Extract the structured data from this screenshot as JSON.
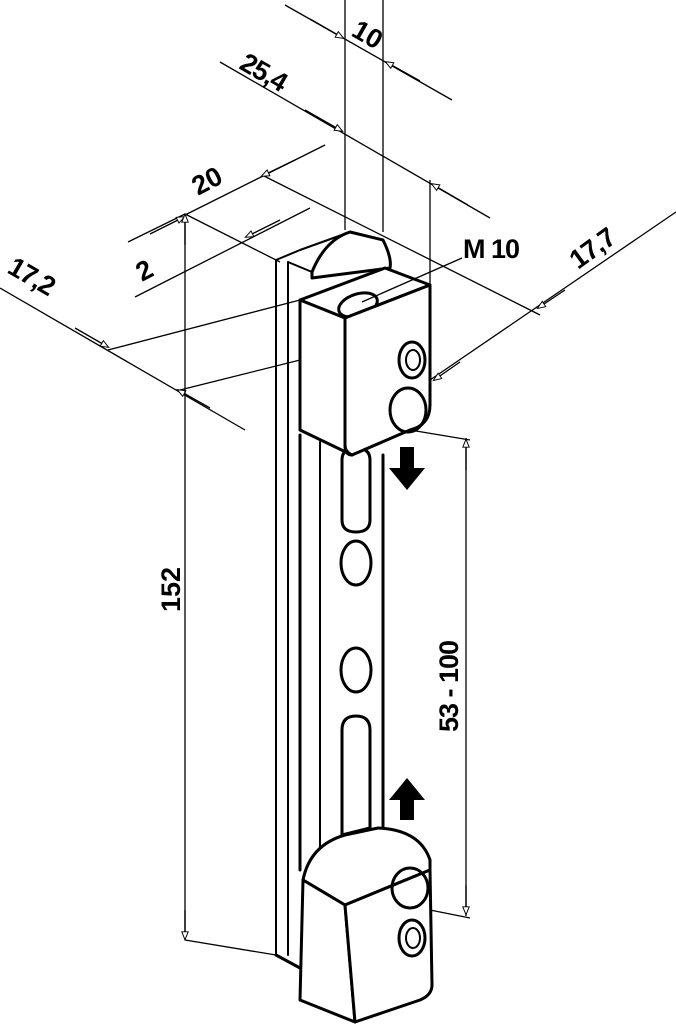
{
  "labels": {
    "dim_10": "10",
    "dim_25_4": "25,4",
    "dim_20": "20",
    "dim_2": "2",
    "dim_17_2": "17,2",
    "dim_17_7": "17,7",
    "thread_m10": "M 10",
    "dim_152": "152",
    "dim_53_100": "53 - 100"
  },
  "colors": {
    "line": "#000000",
    "face_light": "#ffffff",
    "face_shade": "#e6e6e6",
    "arrow_fill": "#000000"
  },
  "icons": {
    "down_arrow": "arrow-down-icon",
    "up_arrow": "arrow-up-icon"
  }
}
